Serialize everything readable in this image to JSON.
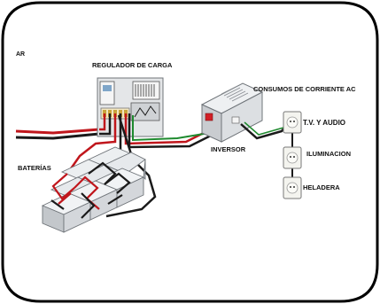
{
  "diagram": {
    "labels": {
      "ar": "AR",
      "regulador": "REGULADOR DE CARGA",
      "consumos": "CONSUMOS DE CORRIENTE AC",
      "inversor": "INVERSOR",
      "tv_audio": "T.V. Y AUDIO",
      "iluminacion": "ILUMINACION",
      "heladera": "HELADERA",
      "baterias": "BATERÍAS"
    },
    "icons": [
      "charge-regulator-icon",
      "inverter-icon",
      "battery-bank-icon",
      "wall-outlet-icon"
    ],
    "colors": {
      "frame": "#000000",
      "wire_red": "#c0161c",
      "wire_black": "#1a1a1a",
      "wire_green": "#1e8a2e",
      "device_gray": "#d9dcdf",
      "inverter_red": "#d21f26"
    }
  }
}
